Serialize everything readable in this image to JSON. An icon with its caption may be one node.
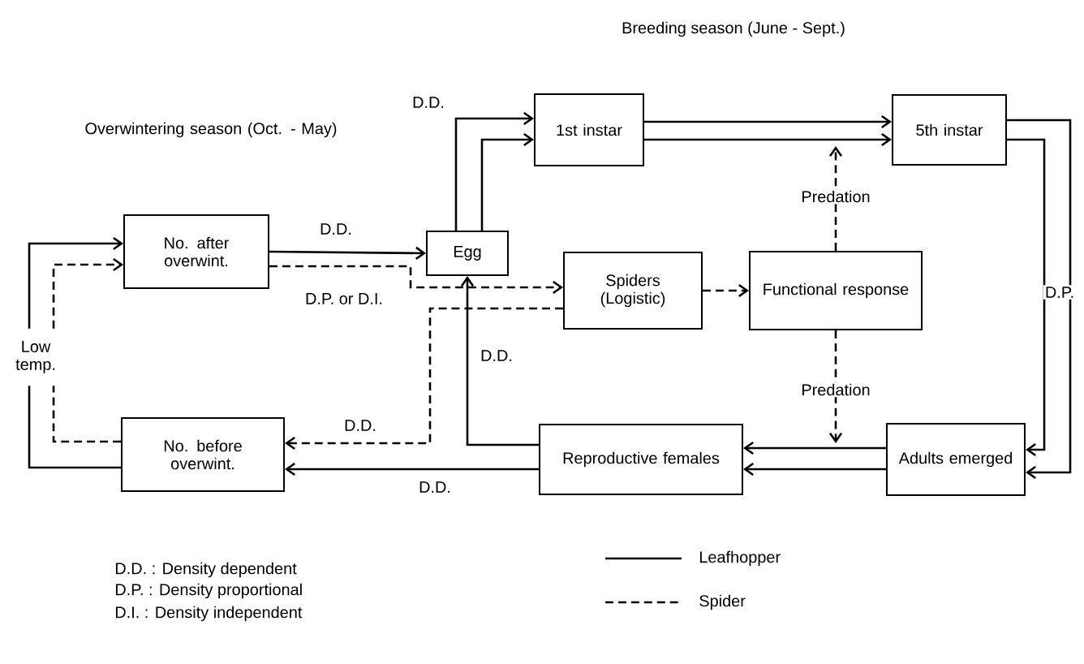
{
  "diagram": {
    "nodes": [
      {
        "text": [
          "No. after overwint."
        ]
      },
      {
        "text": [
          "Egg"
        ]
      },
      {
        "text": [
          "1st instar"
        ]
      },
      {
        "text": [
          "5th instar"
        ]
      },
      {
        "text": [
          "Spiders (Logistic)"
        ]
      },
      {
        "text": [
          "Functional response"
        ]
      },
      {
        "text": [
          "Adults emerged"
        ]
      },
      {
        "text": [
          "Reproductive females"
        ]
      },
      {
        "text": [
          "No. before overwint."
        ]
      },
      {
        "text": [
          "Low temp."
        ]
      }
    ],
    "edges": [
      {
        "from": 9,
        "to": 0,
        "arrow": "to"
      },
      {
        "from": 9,
        "to": 0,
        "arrow": "to",
        "style": "dashed"
      },
      {
        "from": 0,
        "to": 1,
        "arrow": "to",
        "label": "D.D."
      },
      {
        "from": 0,
        "to": 4,
        "arrow": "to",
        "style": "dashed",
        "label": "D.P. or D.I."
      },
      {
        "from": 1,
        "to": 2,
        "arrow": "to",
        "label": "D.D."
      },
      {
        "from": 1,
        "to": 2,
        "arrow": "to"
      },
      {
        "from": 2,
        "to": 3,
        "arrow": "to"
      },
      {
        "from": 2,
        "to": 3,
        "arrow": "to"
      },
      {
        "from": 3,
        "to": 6,
        "arrow": "to",
        "label": "D.P."
      },
      {
        "from": 3,
        "to": 6,
        "arrow": "to"
      },
      {
        "from": 6,
        "to": 7,
        "arrow": "to"
      },
      {
        "from": 6,
        "to": 7,
        "arrow": "to"
      },
      {
        "from": 5,
        "to": null,
        "arrow": "to",
        "style": "dashed",
        "label": "Predation"
      },
      {
        "from": 5,
        "to": null,
        "arrow": "to",
        "style": "dashed",
        "label": "Predation"
      },
      {
        "from": 4,
        "to": 5,
        "arrow": "to",
        "style": "dashed"
      },
      {
        "from": 7,
        "to": 1,
        "arrow": "to",
        "label": "D.D."
      },
      {
        "from": 7,
        "to": 8,
        "arrow": "to",
        "label": "D.D."
      },
      {
        "from": 4,
        "to": 8,
        "arrow": "to",
        "style": "dashed",
        "label": "D.D."
      },
      {
        "from": 8,
        "to": 9,
        "arrow": "none"
      },
      {
        "from": 8,
        "to": 9,
        "arrow": "none",
        "style": "dashed"
      }
    ],
    "labels": [
      "Breeding season (June - Sept.)",
      "Overwintering season (Oct. - May)",
      "D.D. : Density dependent",
      "D.P. : Density proportional",
      "D.I. : Density independent"
    ],
    "legend": [
      {
        "text": "Leafhopper"
      },
      {
        "text": "Spider"
      }
    ]
  }
}
